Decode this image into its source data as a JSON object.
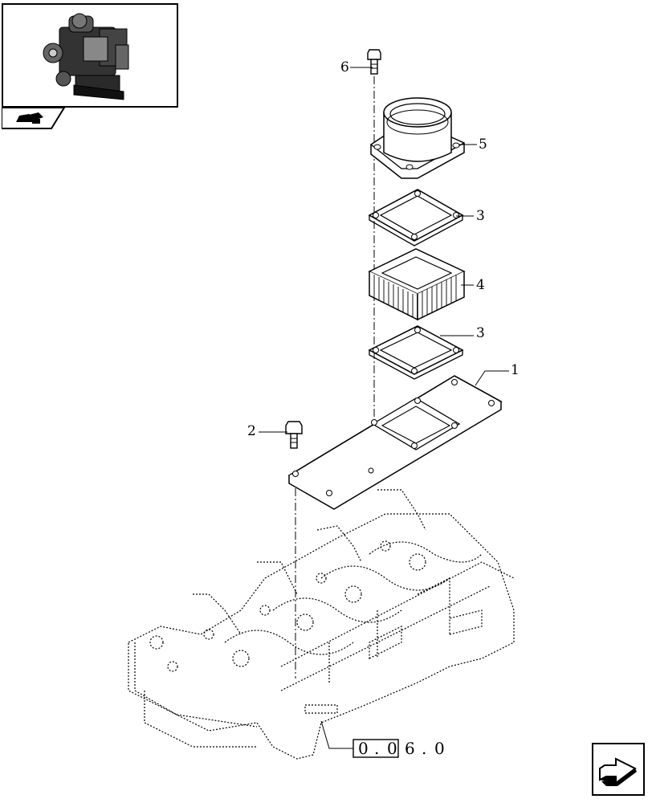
{
  "callouts": [
    {
      "id": "6",
      "label": "6"
    },
    {
      "id": "5",
      "label": "5"
    },
    {
      "id": "3a",
      "label": "3"
    },
    {
      "id": "4",
      "label": "4"
    },
    {
      "id": "3b",
      "label": "3"
    },
    {
      "id": "1",
      "label": "1"
    },
    {
      "id": "2",
      "label": "2"
    }
  ],
  "reference": {
    "boxed": [
      "0",
      ".",
      "0"
    ],
    "tail": [
      "6",
      ".",
      "0"
    ]
  },
  "icons": {
    "thumbnail": "engine-thumbnail-icon",
    "section": "tractor-section-icon",
    "navigation": "next-page-arrow-icon"
  }
}
